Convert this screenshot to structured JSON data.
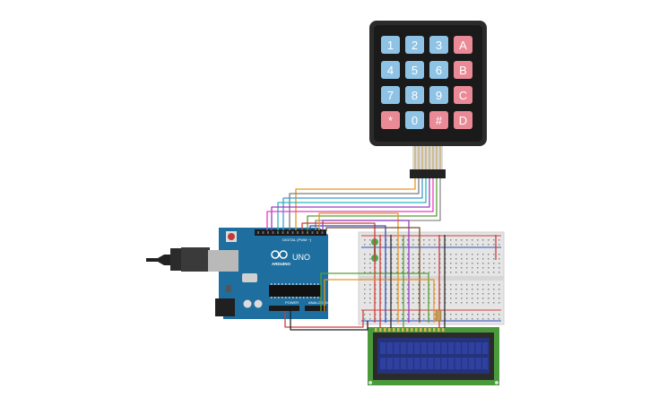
{
  "keypad": {
    "keys": [
      {
        "label": "1",
        "type": "num"
      },
      {
        "label": "2",
        "type": "num"
      },
      {
        "label": "3",
        "type": "num"
      },
      {
        "label": "A",
        "type": "fn"
      },
      {
        "label": "4",
        "type": "num"
      },
      {
        "label": "5",
        "type": "num"
      },
      {
        "label": "6",
        "type": "num"
      },
      {
        "label": "B",
        "type": "fn"
      },
      {
        "label": "7",
        "type": "num"
      },
      {
        "label": "8",
        "type": "num"
      },
      {
        "label": "9",
        "type": "num"
      },
      {
        "label": "C",
        "type": "fn"
      },
      {
        "label": "*",
        "type": "fn"
      },
      {
        "label": "0",
        "type": "num"
      },
      {
        "label": "#",
        "type": "fn"
      },
      {
        "label": "D",
        "type": "fn"
      }
    ]
  },
  "arduino": {
    "logo_text": "ARDUINO",
    "model_text": "UNO",
    "digital_label": "DIGITAL (PWM ~)",
    "power_label": "POWER",
    "analog_label": "ANALOG IN"
  },
  "colors": {
    "num_key": "#8fc3e6",
    "fn_key": "#e98a96",
    "keypad_body": "#2b2b2b",
    "arduino_board": "#1e6f9f",
    "breadboard": "#e5e5e5",
    "lcd_pcb": "#4a9a3c",
    "lcd_screen": "#24337a"
  }
}
